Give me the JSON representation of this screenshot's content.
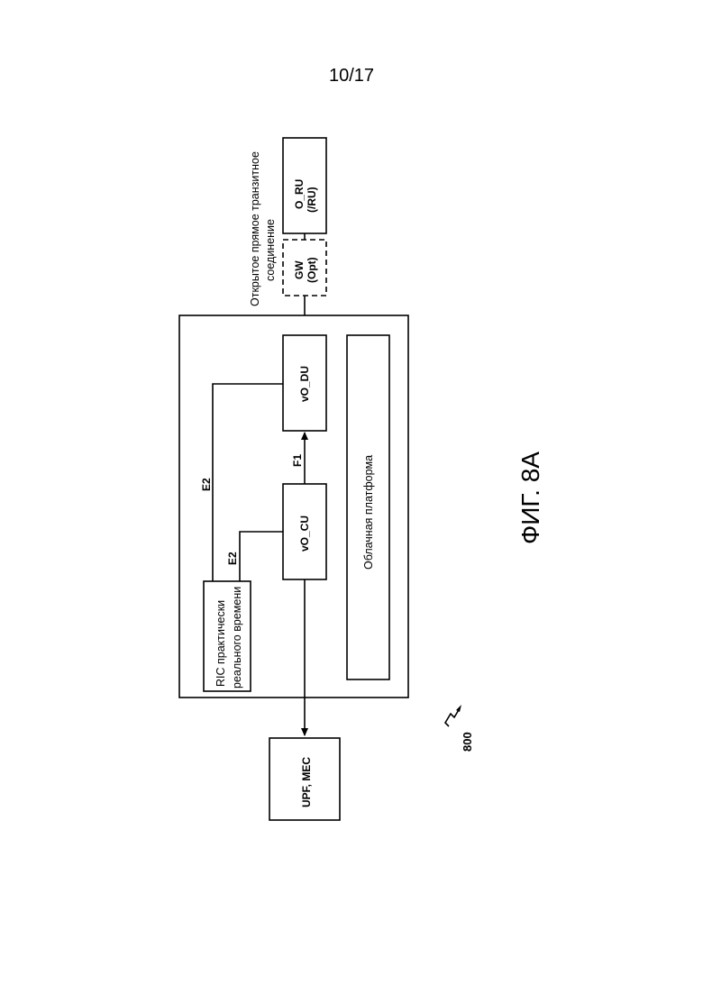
{
  "page_number": "10/17",
  "figure_label": "ФИГ. 8А",
  "reference_numeral": "800",
  "fronthaul_label_line1": "Открытое прямое транзитное",
  "fronthaul_label_line2": "соединение",
  "blocks": {
    "o_ru_line1": "O_RU",
    "o_ru_line2": "(/RU)",
    "gw_line1": "GW",
    "gw_line2": "(Opt)",
    "vo_du": "vO_DU",
    "vo_cu": "vO_CU",
    "ric_line1": "RIC практически",
    "ric_line2": "реального времени",
    "cloud_platform": "Облачная платформа",
    "upf_mec": "UPF, MEC"
  },
  "interfaces": {
    "e2_du": "E2",
    "e2_cu": "E2",
    "f1": "F1"
  }
}
